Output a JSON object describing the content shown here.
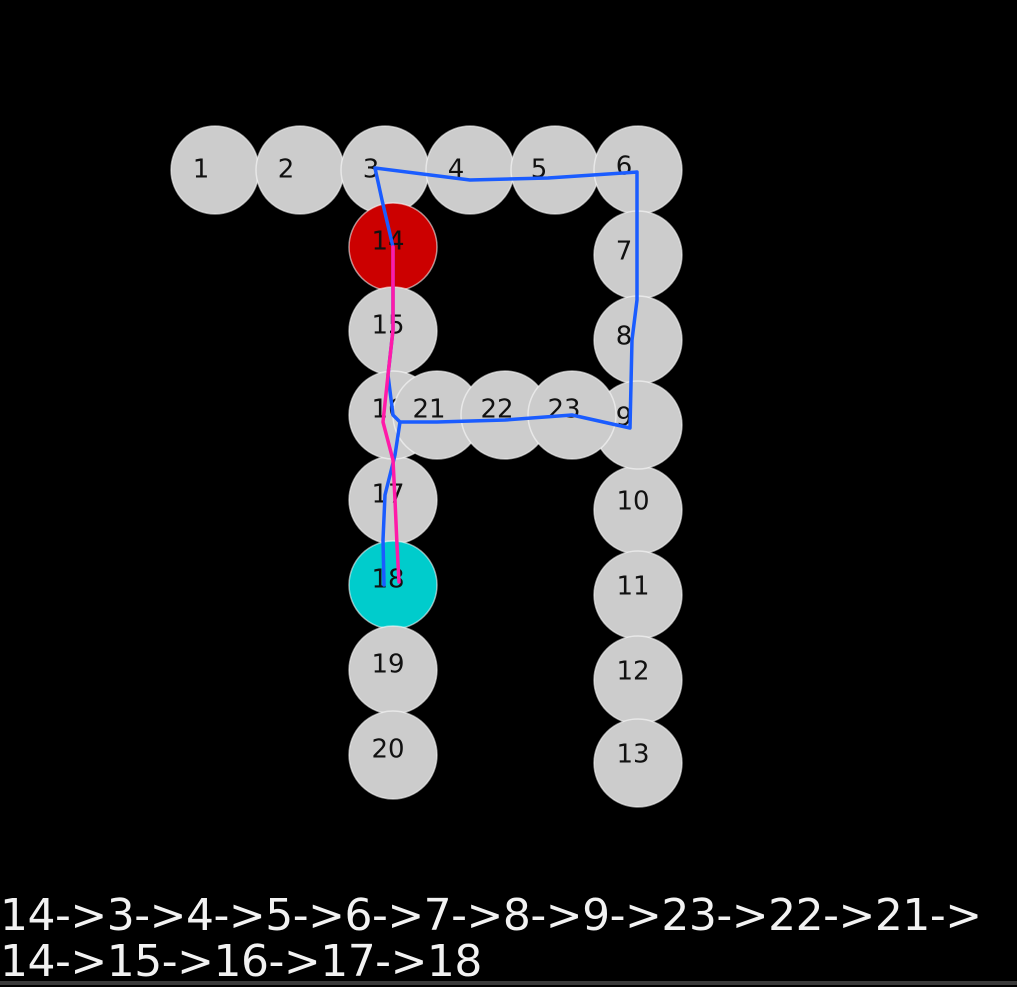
{
  "colors": {
    "background": "#000000",
    "node_fill": "#cccccc",
    "start_node": "#cc0000",
    "end_node": "#00cccc",
    "path_a": "#1a5cff",
    "path_b": "#ff1aa8",
    "text": "#f2f2f2"
  },
  "nodes": [
    {
      "id": 1,
      "label": "1"
    },
    {
      "id": 2,
      "label": "2"
    },
    {
      "id": 3,
      "label": "3"
    },
    {
      "id": 4,
      "label": "4"
    },
    {
      "id": 5,
      "label": "5"
    },
    {
      "id": 6,
      "label": "6"
    },
    {
      "id": 7,
      "label": "7"
    },
    {
      "id": 8,
      "label": "8"
    },
    {
      "id": 9,
      "label": "9"
    },
    {
      "id": 10,
      "label": "10"
    },
    {
      "id": 11,
      "label": "11"
    },
    {
      "id": 12,
      "label": "12"
    },
    {
      "id": 13,
      "label": "13"
    },
    {
      "id": 14,
      "label": "14",
      "state": "start"
    },
    {
      "id": 15,
      "label": "15"
    },
    {
      "id": 16,
      "label": "16"
    },
    {
      "id": 17,
      "label": "17"
    },
    {
      "id": 18,
      "label": "18",
      "state": "end"
    },
    {
      "id": 19,
      "label": "19"
    },
    {
      "id": 20,
      "label": "20"
    },
    {
      "id": 21,
      "label": "21"
    },
    {
      "id": 22,
      "label": "22"
    },
    {
      "id": 23,
      "label": "23"
    }
  ],
  "paths": [
    {
      "color": "path_a",
      "nodes": [
        14,
        3,
        4,
        5,
        6,
        7,
        8,
        9,
        23,
        22,
        21,
        16,
        17,
        18
      ]
    },
    {
      "color": "path_b",
      "nodes": [
        14,
        15,
        16,
        17,
        18
      ]
    }
  ],
  "path_text": {
    "line1": "14->3->4->5->6->7->8->9->23->22->21->",
    "line2": "14->15->16->17->18"
  }
}
